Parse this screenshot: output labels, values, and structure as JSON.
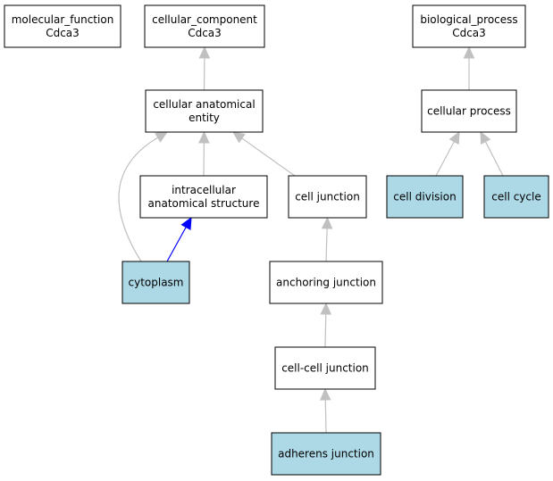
{
  "colors": {
    "default_fill": "#ffffff",
    "highlight_fill": "#add8e6",
    "edge_gray": "#c0c0c0",
    "edge_blue": "#0000ff"
  },
  "nodes": {
    "molecular_function": {
      "lines": [
        "molecular_function",
        "Cdca3"
      ],
      "highlight": false
    },
    "cellular_component": {
      "lines": [
        "cellular_component",
        "Cdca3"
      ],
      "highlight": false
    },
    "biological_process": {
      "lines": [
        "biological_process",
        "Cdca3"
      ],
      "highlight": false
    },
    "cellular_anatomical_entity": {
      "lines": [
        "cellular anatomical",
        "entity"
      ],
      "highlight": false
    },
    "cellular_process": {
      "lines": [
        "cellular process"
      ],
      "highlight": false
    },
    "intracellular_anatomical_structure": {
      "lines": [
        "intracellular",
        "anatomical structure"
      ],
      "highlight": false
    },
    "cell_junction": {
      "lines": [
        "cell junction"
      ],
      "highlight": false
    },
    "cell_division": {
      "lines": [
        "cell division"
      ],
      "highlight": true
    },
    "cell_cycle": {
      "lines": [
        "cell cycle"
      ],
      "highlight": true
    },
    "cytoplasm": {
      "lines": [
        "cytoplasm"
      ],
      "highlight": true
    },
    "anchoring_junction": {
      "lines": [
        "anchoring junction"
      ],
      "highlight": false
    },
    "cell_cell_junction": {
      "lines": [
        "cell-cell junction"
      ],
      "highlight": false
    },
    "adherens_junction": {
      "lines": [
        "adherens junction"
      ],
      "highlight": true
    }
  },
  "edges": [
    {
      "from": "cellular_anatomical_entity",
      "to": "cellular_component",
      "color": "gray"
    },
    {
      "from": "cellular_process",
      "to": "biological_process",
      "color": "gray"
    },
    {
      "from": "intracellular_anatomical_structure",
      "to": "cellular_anatomical_entity",
      "color": "gray"
    },
    {
      "from": "cell_junction",
      "to": "cellular_anatomical_entity",
      "color": "gray"
    },
    {
      "from": "cytoplasm",
      "to": "cellular_anatomical_entity",
      "color": "gray"
    },
    {
      "from": "cytoplasm",
      "to": "intracellular_anatomical_structure",
      "color": "blue"
    },
    {
      "from": "cell_division",
      "to": "cellular_process",
      "color": "gray"
    },
    {
      "from": "cell_cycle",
      "to": "cellular_process",
      "color": "gray"
    },
    {
      "from": "anchoring_junction",
      "to": "cell_junction",
      "color": "gray"
    },
    {
      "from": "cell_cell_junction",
      "to": "anchoring_junction",
      "color": "gray"
    },
    {
      "from": "adherens_junction",
      "to": "cell_cell_junction",
      "color": "gray"
    }
  ]
}
